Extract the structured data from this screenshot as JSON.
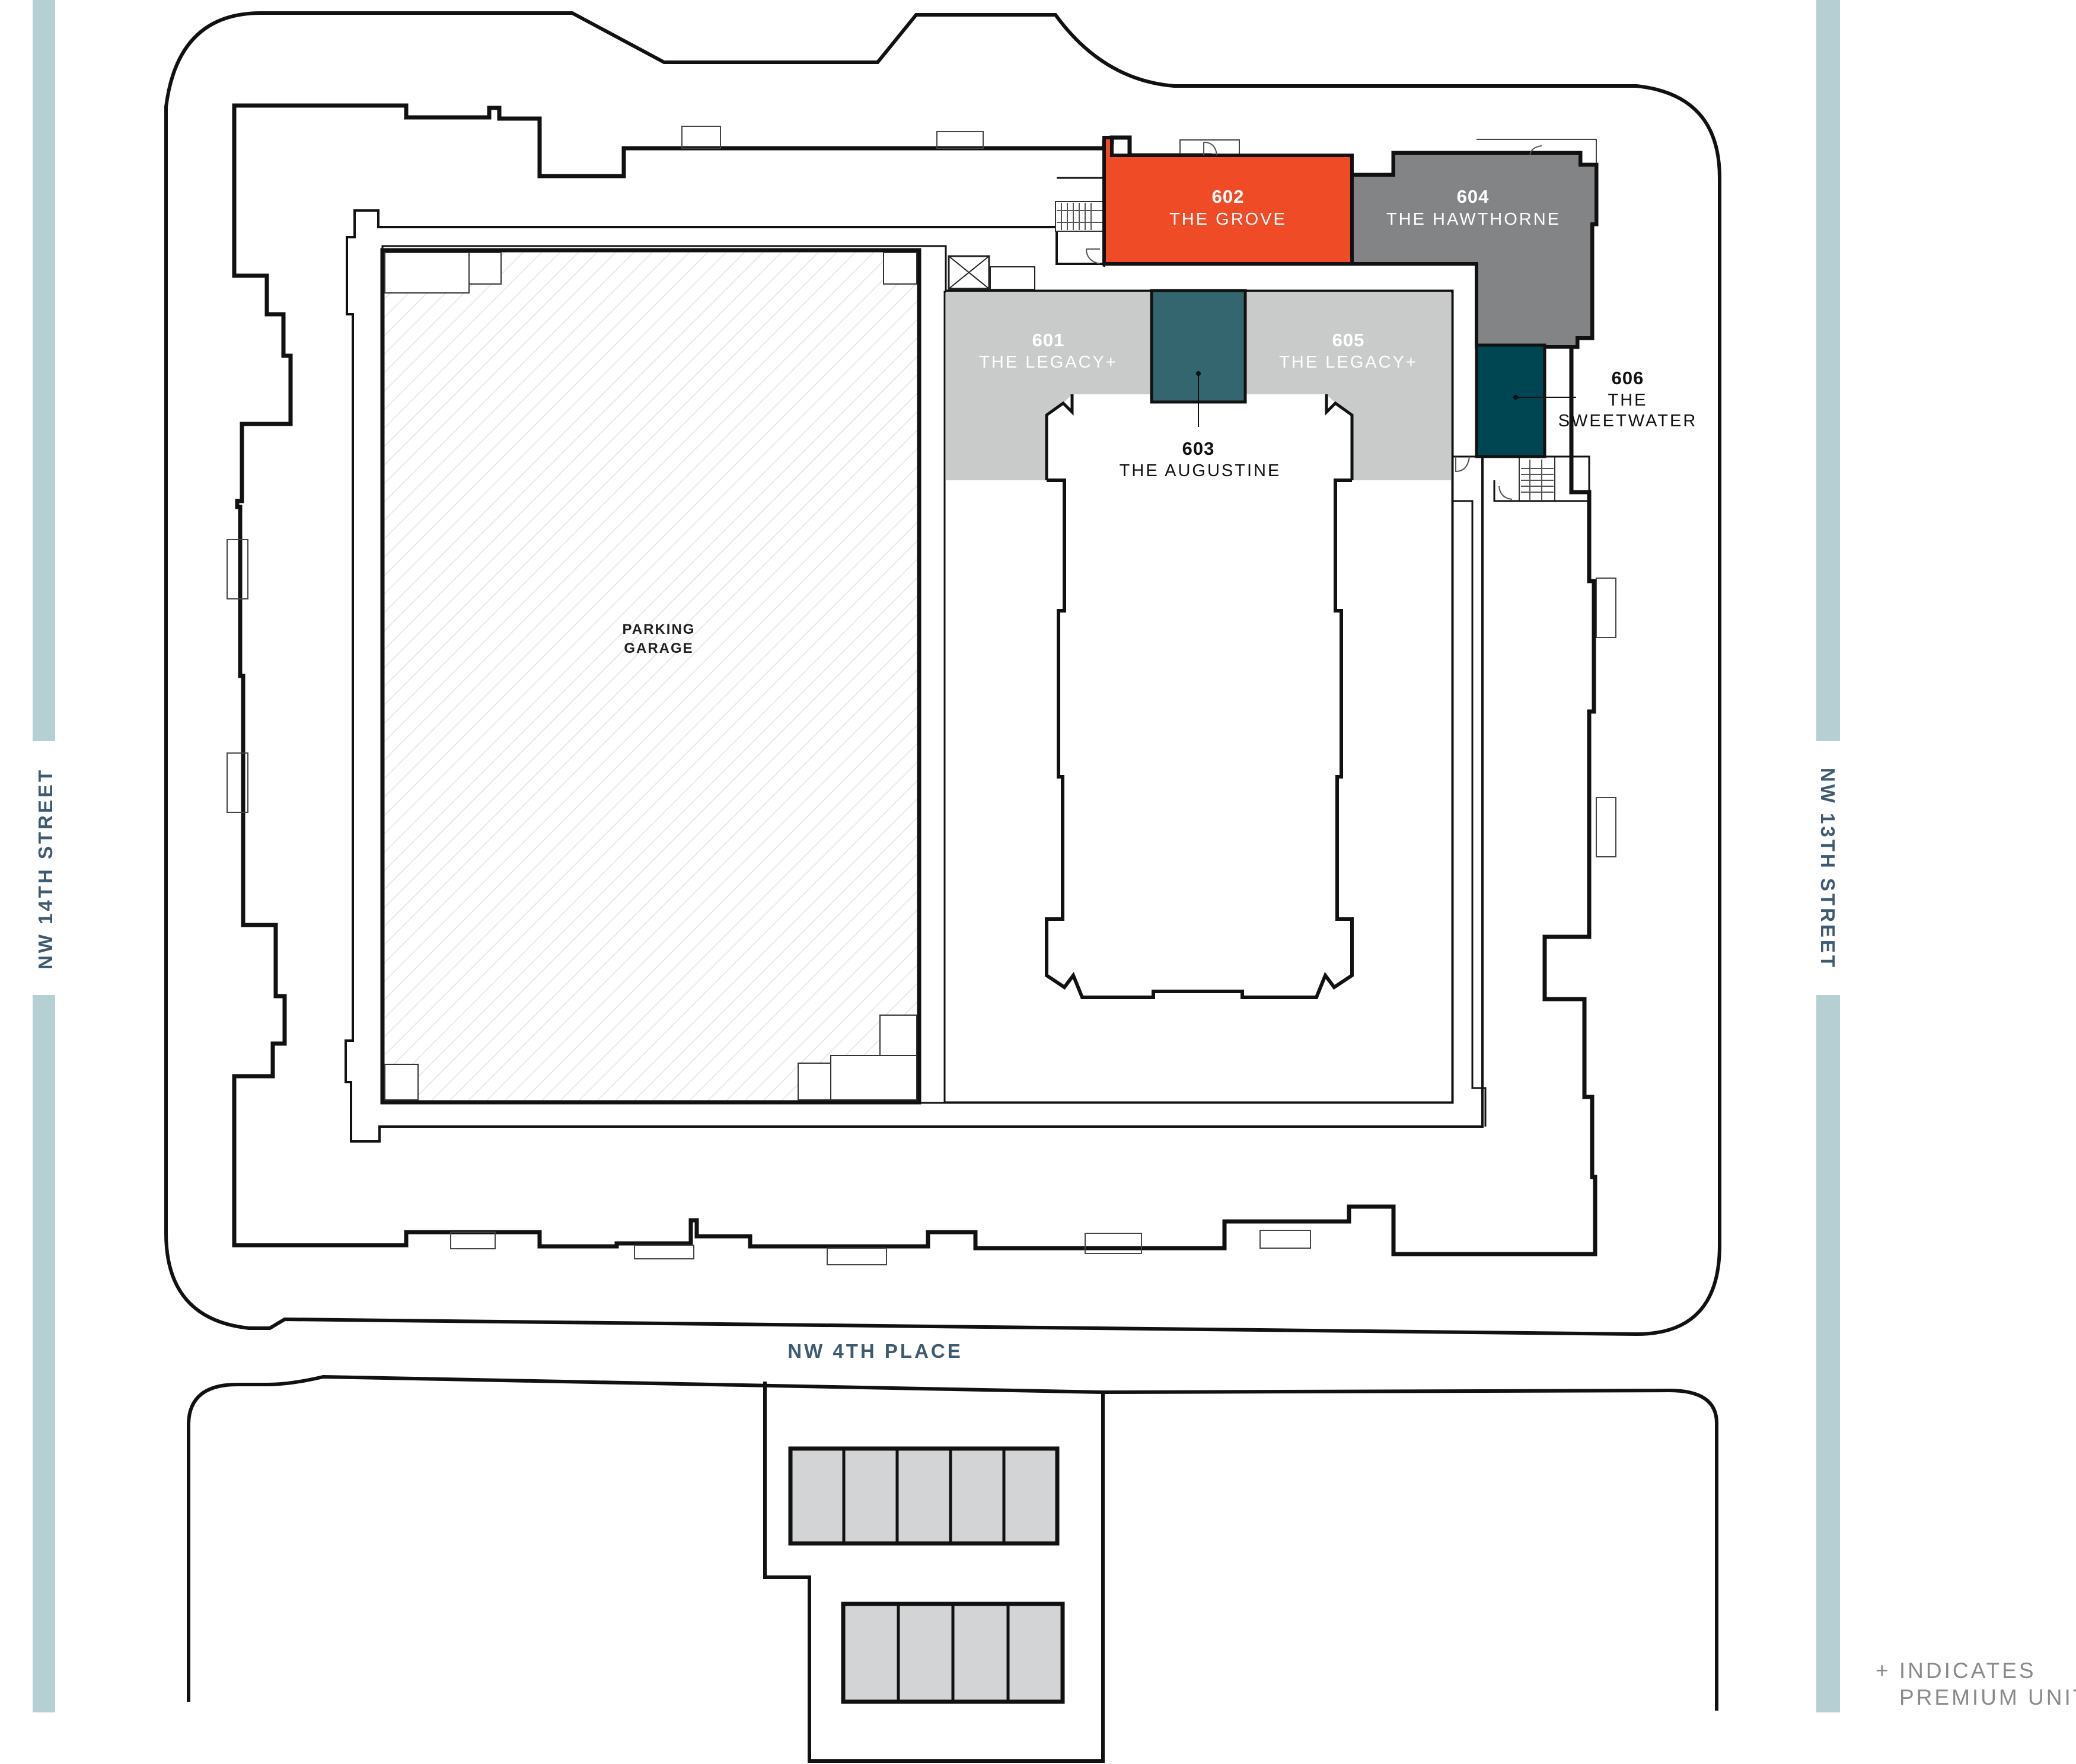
{
  "colors": {
    "accent_orange": "#ef4b26",
    "hawthorne_gray": "#838486",
    "legacy_light_gray": "#c9cbcb",
    "augustine_teal": "#33666f",
    "sweetwater_teal": "#004552",
    "street_bar": "#b6cfd3",
    "street_text": "#3e5a70",
    "parking_stall": "#d3d4d5",
    "outline": "#111111"
  },
  "streets": {
    "west": "NW 14TH STREET",
    "east": "NW 13TH STREET",
    "south": "NW 4TH PLACE"
  },
  "garage": {
    "line1": "PARKING",
    "line2": "GARAGE"
  },
  "units": [
    {
      "id": "601",
      "name": "THE LEGACY+",
      "status": "available"
    },
    {
      "id": "602",
      "name": "THE GROVE",
      "status": "selected"
    },
    {
      "id": "603",
      "name": "THE AUGUSTINE",
      "status": "available"
    },
    {
      "id": "604",
      "name": "THE HAWTHORNE",
      "status": "available"
    },
    {
      "id": "605",
      "name": "THE LEGACY+",
      "status": "available"
    },
    {
      "id": "606",
      "name_line1": "THE",
      "name_line2": "SWEETWATER",
      "status": "available"
    }
  ],
  "legend": {
    "line1": "+ INDICATES",
    "line2": "PREMIUM UNIT"
  },
  "parking_stalls": {
    "upper_row": 5,
    "lower_row": 4
  }
}
